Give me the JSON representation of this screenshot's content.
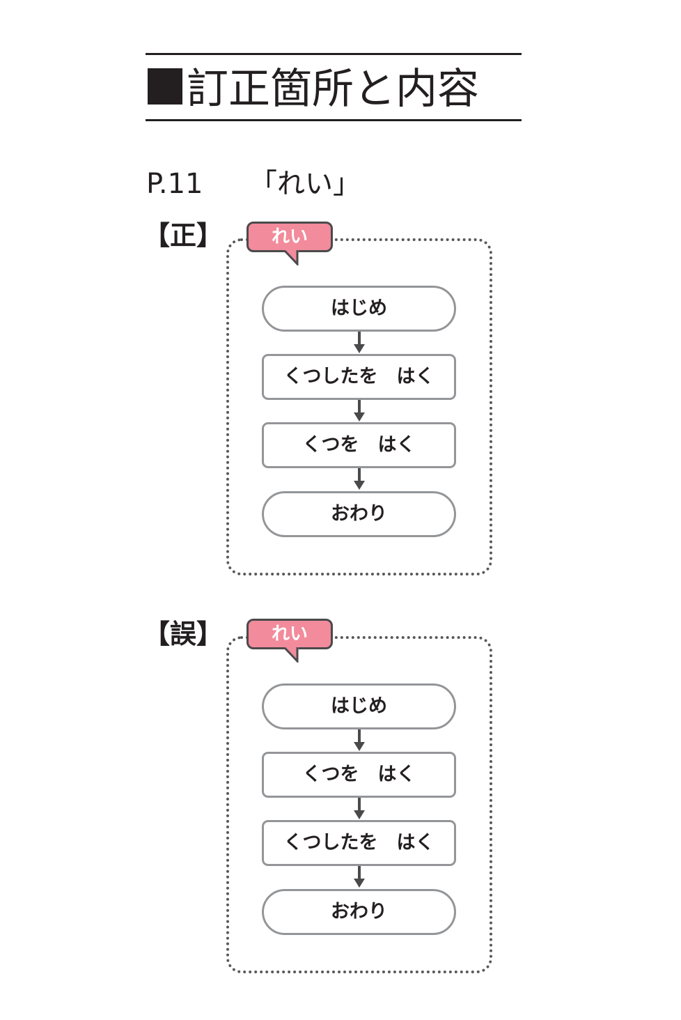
{
  "header": {
    "title": "訂正箇所と内容"
  },
  "reference": {
    "page": "P.11",
    "section": "「れい」"
  },
  "sections": [
    {
      "label": "【正】",
      "bubble": "れい",
      "steps": [
        "はじめ",
        "くつしたを　はく",
        "くつを　はく",
        "おわり"
      ]
    },
    {
      "label": "【誤】",
      "bubble": "れい",
      "steps": [
        "はじめ",
        "くつを　はく",
        "くつしたを　はく",
        "おわり"
      ]
    }
  ],
  "colors": {
    "bubble_fill": "#f28b9b",
    "bubble_border": "#4a4a4c",
    "node_border": "#939598",
    "dotted_border": "#58585a",
    "text": "#231f20"
  }
}
